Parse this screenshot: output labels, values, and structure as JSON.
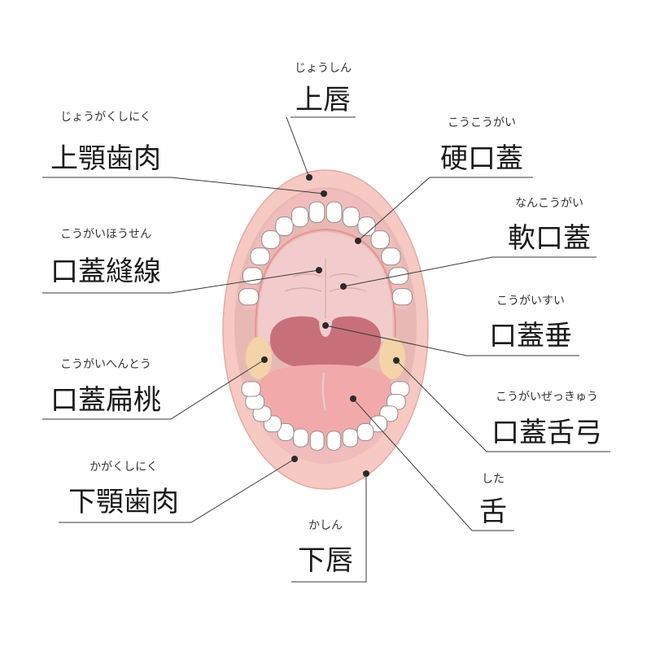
{
  "colors": {
    "lip": "#f6c9c2",
    "lip_edge": "#e3aaa3",
    "cavity": "#e8b9b4",
    "palate": "#f2cccc",
    "throat": "#c7707a",
    "tongue": "#f2a9aa",
    "gum": "#f0bcbc",
    "tonsil": "#f4d3a8"
  },
  "labels": [
    {
      "id": "upper-lip",
      "reading": "じょうしん",
      "term": "上唇"
    },
    {
      "id": "upper-gum",
      "reading": "じょうがくしにく",
      "term": "上顎歯肉"
    },
    {
      "id": "palatine-suture",
      "reading": "こうがいほうせん",
      "term": "口蓋縫線"
    },
    {
      "id": "palatine-tonsil",
      "reading": "こうがいへんとう",
      "term": "口蓋扁桃"
    },
    {
      "id": "lower-gum",
      "reading": "かがくしにく",
      "term": "下顎歯肉"
    },
    {
      "id": "lower-lip",
      "reading": "かしん",
      "term": "下唇"
    },
    {
      "id": "hard-palate",
      "reading": "こうこうがい",
      "term": "硬口蓋"
    },
    {
      "id": "soft-palate",
      "reading": "なんこうがい",
      "term": "軟口蓋"
    },
    {
      "id": "uvula",
      "reading": "こうがいすい",
      "term": "口蓋垂"
    },
    {
      "id": "palatoglossal-arch",
      "reading": "こうがいぜっきゅう",
      "term": "口蓋舌弓"
    },
    {
      "id": "tongue",
      "reading": "した",
      "term": "舌"
    }
  ]
}
